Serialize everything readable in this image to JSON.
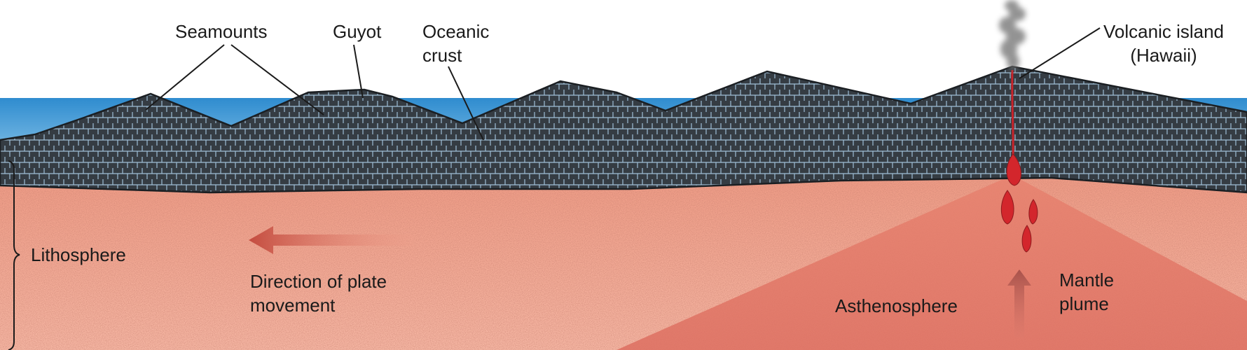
{
  "labels": {
    "seamounts": "Seamounts",
    "guyot": "Guyot",
    "oceanic_crust": [
      "Oceanic",
      "crust"
    ],
    "volcanic_island": [
      "Volcanic island",
      "(Hawaii)"
    ],
    "lithosphere": "Lithosphere",
    "plate_movement": [
      "Direction of plate",
      "movement"
    ],
    "asthenosphere": "Asthenosphere",
    "mantle_plume": [
      "Mantle",
      "plume"
    ]
  },
  "colors": {
    "ocean_top": "#2f8ccf",
    "ocean_bottom": "#a9d8f3",
    "crust": "#353c43",
    "crust_lines": "#a8c6dc",
    "mantle": "#f1a38e",
    "plume": "#d9685c",
    "magma": "#d0262a",
    "arrow": "#c8594a"
  }
}
